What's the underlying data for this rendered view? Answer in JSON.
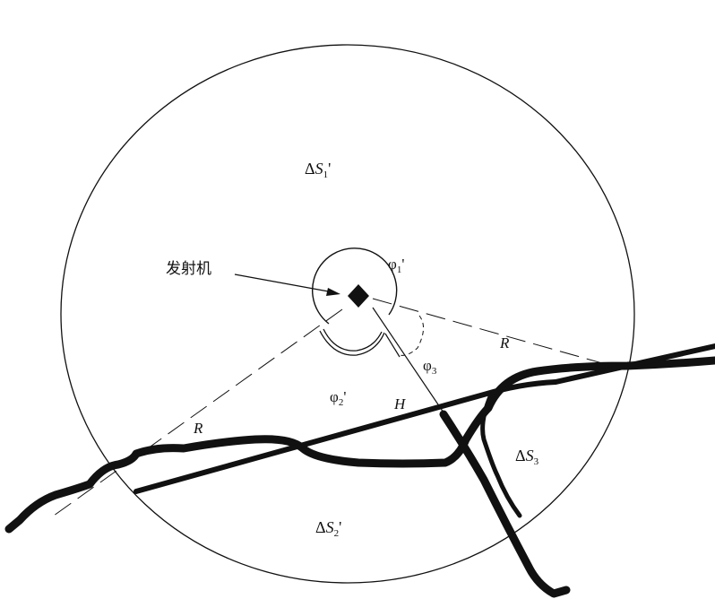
{
  "labels": {
    "transmitter": "发射机",
    "delta": "Δ",
    "S": "S",
    "prime": "'",
    "sub1": "1",
    "sub2": "2",
    "sub3": "3",
    "phi": "φ",
    "R": "R",
    "H": "H"
  },
  "colors": {
    "line": "#111111",
    "background": "#ffffff"
  }
}
